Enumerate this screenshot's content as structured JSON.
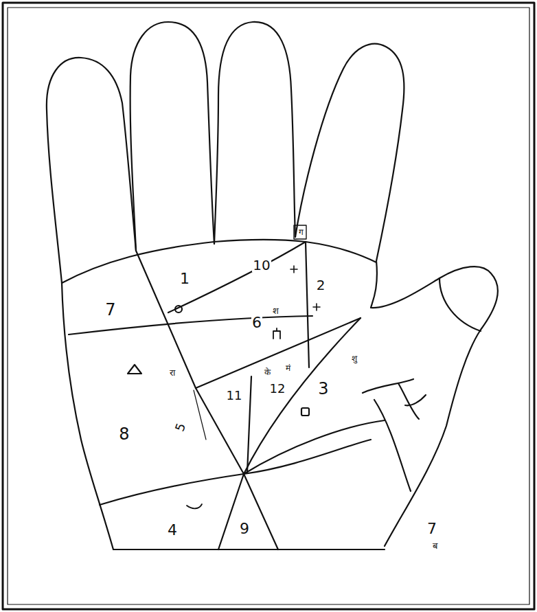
{
  "diagram": {
    "labels": [
      "1",
      "10",
      "7",
      "2",
      "6",
      "8",
      "11",
      "12",
      "3",
      "5",
      "4",
      "9",
      "7",
      "ग",
      "श",
      "रा",
      "के",
      "मं",
      "शु",
      "ब"
    ]
  }
}
